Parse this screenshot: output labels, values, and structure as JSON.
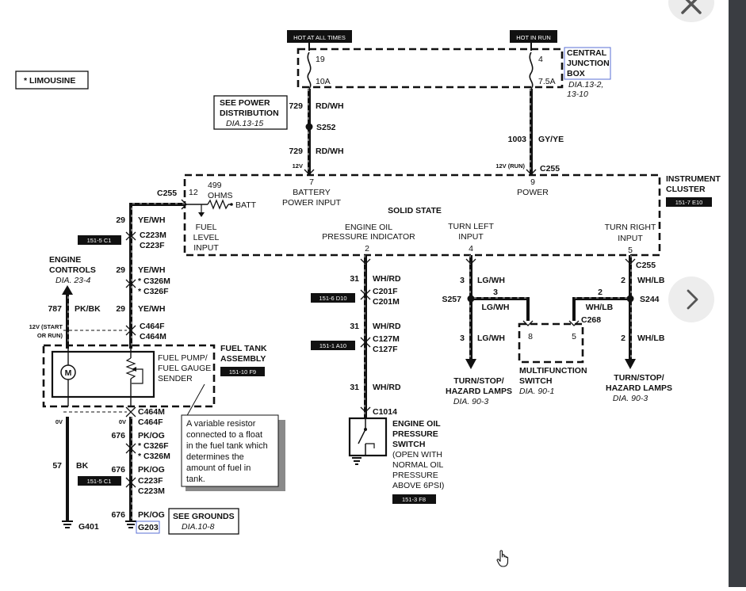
{
  "diagram": {
    "top_tags": {
      "hot_at_all_times": "HOT AT ALL TIMES",
      "hot_in_run": "HOT IN RUN"
    },
    "fuse_left": {
      "number": "19",
      "rating": "10A"
    },
    "fuse_right": {
      "number": "4",
      "rating": "7.5A"
    },
    "central_junction_box": {
      "line1": "CENTRAL",
      "line2": "JUNCTION",
      "line3": "BOX",
      "ref1": "DIA.13-2,",
      "ref2": "13-10"
    },
    "limousine_note": "* LIMOUSINE",
    "power_distribution": {
      "line1": "SEE POWER",
      "line2": "DISTRIBUTION",
      "ref": "DIA.13-15"
    },
    "wire_729_top": {
      "circuit": "729",
      "color": "RD/WH"
    },
    "splice_s252": "S252",
    "wire_729_bottom": {
      "circuit": "729",
      "color": "RD/WH"
    },
    "wire_1003": {
      "circuit": "1003",
      "color": "GY/YE"
    },
    "volt_12v_left": "12V",
    "volt_12v_run": "12V (RUN)",
    "connector_c255_top": "C255",
    "instrument_cluster": {
      "line1": "INSTRUMENT",
      "line2": "CLUSTER",
      "ref": "151-7 E10"
    },
    "pin7": {
      "num": "7",
      "line1": "BATTERY",
      "line2": "POWER INPUT"
    },
    "pin9": {
      "num": "9",
      "line1": "POWER"
    },
    "solid_state": "SOLID STATE",
    "pin12": "12",
    "resistor": {
      "value": "499",
      "unit": "OHMS",
      "batt": "BATT"
    },
    "fuel_level_input": {
      "line1": "FUEL",
      "line2": "LEVEL",
      "line3": "INPUT"
    },
    "oil_indicator": {
      "line1": "ENGINE OIL",
      "line2": "PRESSURE INDICATOR",
      "pin": "2"
    },
    "turn_left_input": {
      "line1": "TURN LEFT",
      "line2": "INPUT",
      "pin": "4"
    },
    "turn_right_input": {
      "line1": "TURN RIGHT",
      "line2": "INPUT",
      "pin": "5"
    },
    "connector_c255_left": "C255",
    "connector_c255_right": "C255",
    "wire_29_a": {
      "circuit": "29",
      "color": "YE/WH"
    },
    "ref_151_5_c1_a": "151-5 C1",
    "c223m_a": "C223M",
    "c223f_a": "C223F",
    "engine_controls": {
      "line1": "ENGINE",
      "line2": "CONTROLS",
      "ref": "DIA. 23-4"
    },
    "wire_29_b": {
      "circuit": "29",
      "color": "YE/WH"
    },
    "c326m_a": "* C326M",
    "c326f_a": "* C326F",
    "wire_787": {
      "circuit": "787",
      "color": "PK/BK"
    },
    "wire_29_c": {
      "circuit": "29",
      "color": "YE/WH"
    },
    "volt_start_run": {
      "line1": "12V (START",
      "line2": "OR RUN)"
    },
    "c464f_a": "C464F",
    "c464m_a": "C464M",
    "fuel_pump_sender": {
      "line1": "FUEL PUMP/",
      "line2": "FUEL GAUGE",
      "line3": "SENDER"
    },
    "motor_symbol": "M",
    "fuel_tank_assembly": {
      "line1": "FUEL TANK",
      "line2": "ASSEMBLY",
      "ref": "151-10 F9"
    },
    "c464m_b": "C464M",
    "c464f_b": "C464F",
    "volt_0v_left": "0V",
    "volt_0v_mid": "0V",
    "callout": {
      "line1": "A variable resistor",
      "line2": "connected to a float",
      "line3": "in the fuel tank which",
      "line4": "determines the",
      "line5": "amount of fuel in",
      "line6": "tank."
    },
    "wire_676_a": {
      "circuit": "676",
      "color": "PK/OG"
    },
    "c326f_b": "* C326F",
    "c326m_b": "* C326M",
    "wire_57": {
      "circuit": "57",
      "color": "BK"
    },
    "wire_676_b": {
      "circuit": "676",
      "color": "PK/OG"
    },
    "ref_151_5_c1_b": "151-5 C1",
    "c223f_b": "C223F",
    "c223m_b": "C223M",
    "wire_676_c": {
      "circuit": "676",
      "color": "PK/OG"
    },
    "see_grounds": {
      "line1": "SEE GROUNDS",
      "ref": "DIA.10-8"
    },
    "ground_g401": "G401",
    "ground_g203": "G203",
    "wire_31_a": {
      "circuit": "31",
      "color": "WH/RD"
    },
    "ref_151_6_d10": "151-6 D10",
    "c201f": "C201F",
    "c201m": "C201M",
    "wire_31_b": {
      "circuit": "31",
      "color": "WH/RD"
    },
    "ref_151_1_a10": "151-1 A10",
    "c127m": "C127M",
    "c127f": "C127F",
    "wire_31_c": {
      "circuit": "31",
      "color": "WH/RD"
    },
    "c1014": "C1014",
    "oil_switch": {
      "line1": "ENGINE OIL",
      "line2": "PRESSURE",
      "line3": "SWITCH",
      "note1": "(OPEN WITH",
      "note2": "NORMAL OIL",
      "note3": "PRESSURE",
      "note4": "ABOVE 6PSI)",
      "ref": "151-3 F8"
    },
    "wire_3_a": {
      "circuit": "3",
      "color": "LG/WH"
    },
    "splice_s257": "S257",
    "wire_3_b": {
      "circuit": "3",
      "color": "LG/WH"
    },
    "wire_3_c": {
      "circuit": "3",
      "color": "LG/WH"
    },
    "lamps_left": {
      "line1": "TURN/STOP/",
      "line2": "HAZARD LAMPS",
      "ref": "DIA. 90-3"
    },
    "multifunction_switch": {
      "pin_left": "8",
      "pin_right": "5",
      "line1": "MULTIFUNCTION",
      "line2": "SWITCH",
      "ref": "DIA. 90-1",
      "connector": "C268"
    },
    "wire_2_a": {
      "circuit": "2",
      "color": "WH/LB"
    },
    "splice_s244": "S244",
    "wire_2_b": {
      "circuit": "2",
      "color": "WH/LB"
    },
    "wire_2_c": {
      "circuit": "2",
      "color": "WH/LB"
    },
    "lamps_right": {
      "line1": "TURN/STOP/",
      "line2": "HAZARD LAMPS",
      "ref": "DIA. 90-3"
    }
  },
  "icons": {
    "close": "close-icon",
    "next": "chevron-right-icon",
    "cursor": "hand-cursor-icon"
  }
}
